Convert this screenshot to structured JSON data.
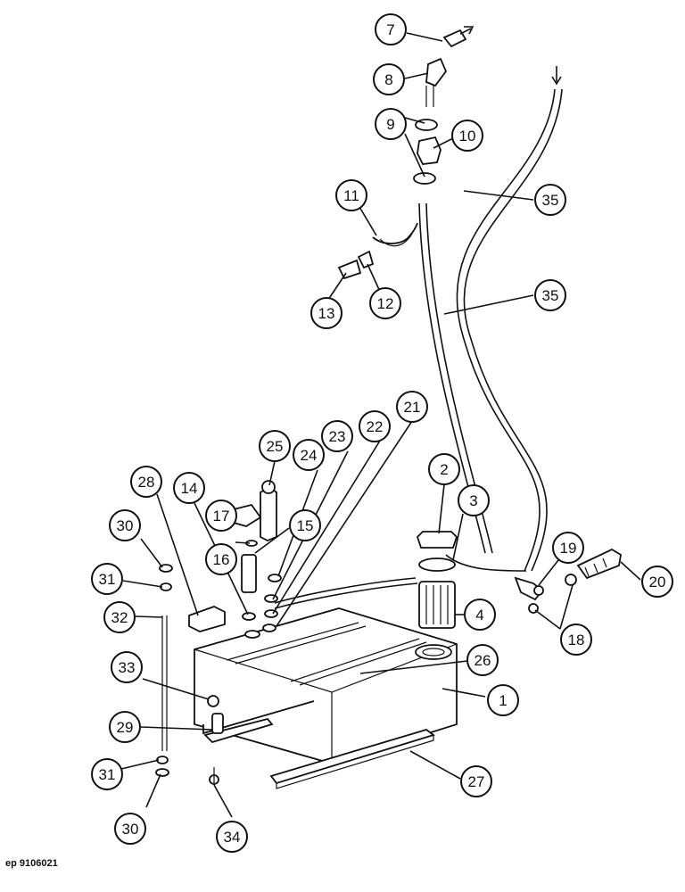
{
  "footer": {
    "ref": "ep 9106021"
  },
  "callouts": [
    {
      "label": "7"
    },
    {
      "label": "8"
    },
    {
      "label": "9"
    },
    {
      "label": "10"
    },
    {
      "label": "11"
    },
    {
      "label": "12"
    },
    {
      "label": "13"
    },
    {
      "label": "35"
    },
    {
      "label": "35"
    },
    {
      "label": "21"
    },
    {
      "label": "22"
    },
    {
      "label": "23"
    },
    {
      "label": "24"
    },
    {
      "label": "25"
    },
    {
      "label": "28"
    },
    {
      "label": "14"
    },
    {
      "label": "30"
    },
    {
      "label": "17"
    },
    {
      "label": "15"
    },
    {
      "label": "16"
    },
    {
      "label": "2"
    },
    {
      "label": "3"
    },
    {
      "label": "19"
    },
    {
      "label": "20"
    },
    {
      "label": "31"
    },
    {
      "label": "32"
    },
    {
      "label": "4"
    },
    {
      "label": "18"
    },
    {
      "label": "26"
    },
    {
      "label": "33"
    },
    {
      "label": "1"
    },
    {
      "label": "29"
    },
    {
      "label": "31"
    },
    {
      "label": "27"
    },
    {
      "label": "30"
    },
    {
      "label": "34"
    }
  ]
}
